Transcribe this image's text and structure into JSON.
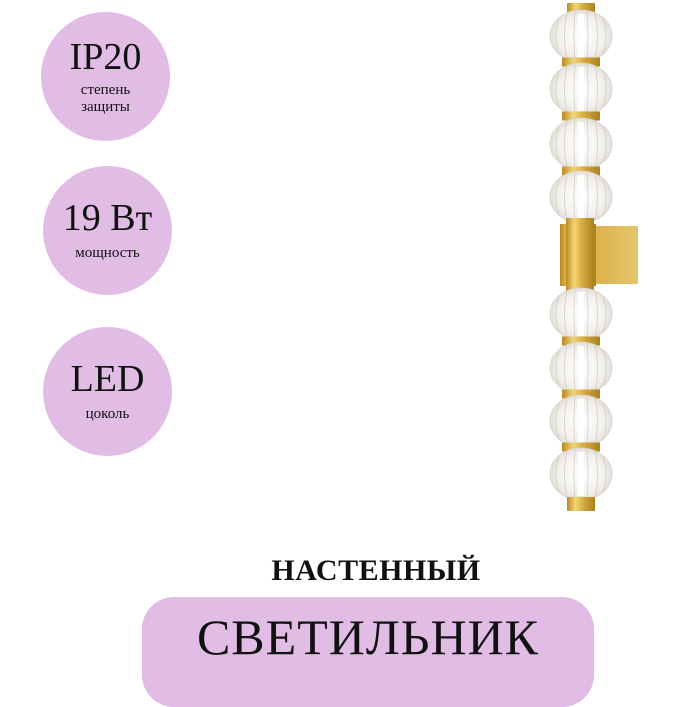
{
  "colors": {
    "badge_bg": "#e1bde6",
    "text": "#111111",
    "gold": "#d4a93a",
    "gold_dark": "#a8801e",
    "gold_light": "#f3d679",
    "glass": "#f3f1ee"
  },
  "badges": [
    {
      "value": "IP20",
      "label_line1": "степень",
      "label_line2": "защиты"
    },
    {
      "value": "19 Вт",
      "label_line1": "мощность",
      "label_line2": ""
    },
    {
      "value": "LED",
      "label_line1": "цоколь",
      "label_line2": ""
    }
  ],
  "title": {
    "line1": "НАСТЕННЫЙ",
    "line2": "СВЕТИЛЬНИК"
  },
  "product_image": {
    "icon": "wall-lamp-gold-glass-beads",
    "bead_count": 8
  }
}
